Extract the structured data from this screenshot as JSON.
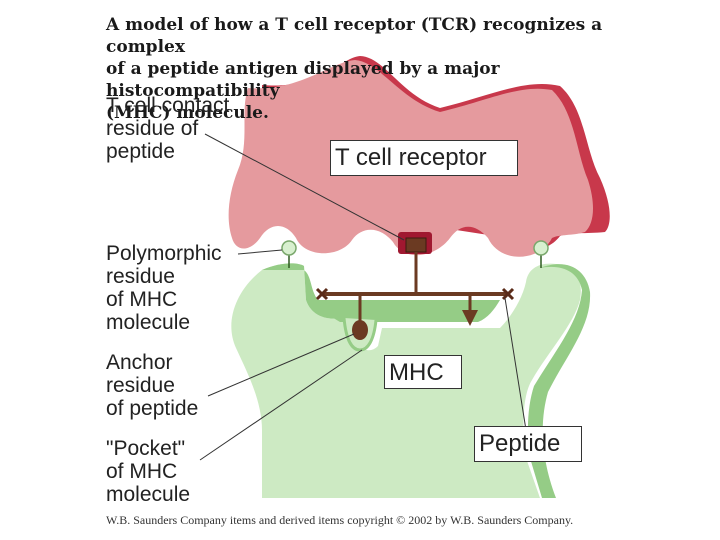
{
  "title": "A model of how a T cell receptor (TCR) recognizes a complex\nof a peptide antigen displayed by a major histocompatibility\n(MHC) molecule.",
  "labels": {
    "t_cell_contact": "T cell contact\nresidue of\npeptide",
    "polymorphic": "Polymorphic\nresidue\nof MHC\nmolecule",
    "anchor": "Anchor\nresidue\nof peptide",
    "pocket": "\"Pocket\"\nof MHC\nmolecule",
    "tcr_box": "T cell receptor",
    "mhc_box": "MHC",
    "peptide_box": "Peptide"
  },
  "copyright": "W.B. Saunders Company items and derived items copyright © 2002 by W.B. Saunders Company.",
  "colors": {
    "tcr_fill": "#e59a9e",
    "tcr_dark": "#c8384b",
    "mhc_fill": "#cdeac3",
    "mhc_dark": "#95cc86",
    "peptide": "#6b3a22",
    "residue": "#a01830",
    "polymorphic_knob": "#d8f0cf"
  }
}
